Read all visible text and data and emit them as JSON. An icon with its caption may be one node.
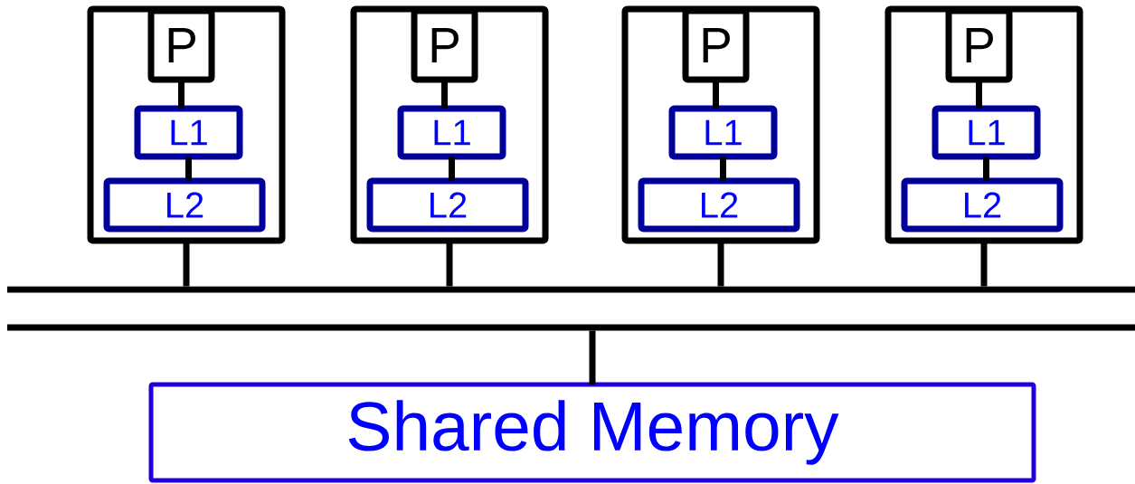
{
  "diagram": {
    "nodes": [
      {
        "text": [],
        "shape": "box"
      },
      {
        "text": [
          "P"
        ],
        "in": 0
      },
      {
        "text": [
          "L1"
        ],
        "in": 0
      },
      {
        "text": [
          "L2"
        ],
        "in": 0
      },
      {
        "text": [],
        "shape": "box"
      },
      {
        "text": [
          "P"
        ],
        "in": 4
      },
      {
        "text": [
          "L1"
        ],
        "in": 4
      },
      {
        "text": [
          "L2"
        ],
        "in": 4
      },
      {
        "text": [],
        "shape": "box"
      },
      {
        "text": [
          "P"
        ],
        "in": 8
      },
      {
        "text": [
          "L1"
        ],
        "in": 8
      },
      {
        "text": [
          "L2"
        ],
        "in": 8
      },
      {
        "text": [],
        "shape": "box"
      },
      {
        "text": [
          "P"
        ],
        "in": 12
      },
      {
        "text": [
          "L1"
        ],
        "in": 12
      },
      {
        "text": [
          "L2"
        ],
        "in": 12
      },
      {
        "text": [],
        "shape": "bar"
      },
      {
        "text": [],
        "shape": "bar"
      },
      {
        "text": [
          "Shared Memory"
        ]
      }
    ],
    "edges": [
      {
        "from": 1,
        "to": 2,
        "arrow": "none"
      },
      {
        "from": 2,
        "to": 3,
        "arrow": "none"
      },
      {
        "from": 0,
        "to": 16,
        "arrow": "none"
      },
      {
        "from": 5,
        "to": 6,
        "arrow": "none"
      },
      {
        "from": 6,
        "to": 7,
        "arrow": "none"
      },
      {
        "from": 4,
        "to": 16,
        "arrow": "none"
      },
      {
        "from": 9,
        "to": 10,
        "arrow": "none"
      },
      {
        "from": 10,
        "to": 11,
        "arrow": "none"
      },
      {
        "from": 8,
        "to": 16,
        "arrow": "none"
      },
      {
        "from": 13,
        "to": 14,
        "arrow": "none"
      },
      {
        "from": 14,
        "to": 15,
        "arrow": "none"
      },
      {
        "from": 12,
        "to": 16,
        "arrow": "none"
      },
      {
        "from": 17,
        "to": 18,
        "arrow": "none"
      }
    ]
  }
}
